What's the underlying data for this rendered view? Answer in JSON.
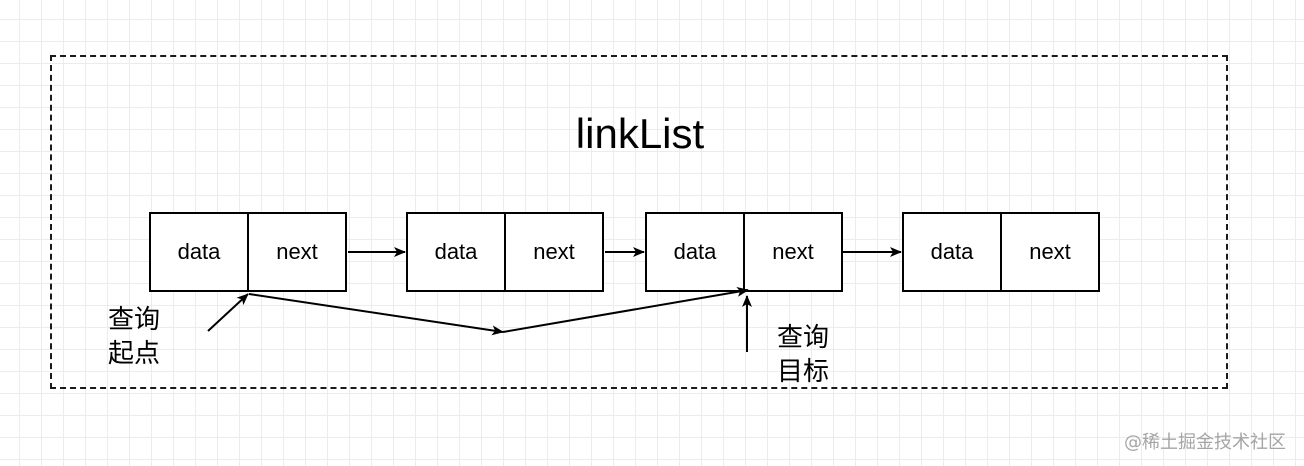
{
  "diagram": {
    "title": "linkList",
    "nodes": [
      {
        "data": "data",
        "next": "next"
      },
      {
        "data": "data",
        "next": "next"
      },
      {
        "data": "data",
        "next": "next"
      },
      {
        "data": "data",
        "next": "next"
      }
    ],
    "start_label": [
      "查询",
      "起点"
    ],
    "target_label": [
      "查询",
      "目标"
    ]
  },
  "watermark": "@稀土掘金技术社区"
}
